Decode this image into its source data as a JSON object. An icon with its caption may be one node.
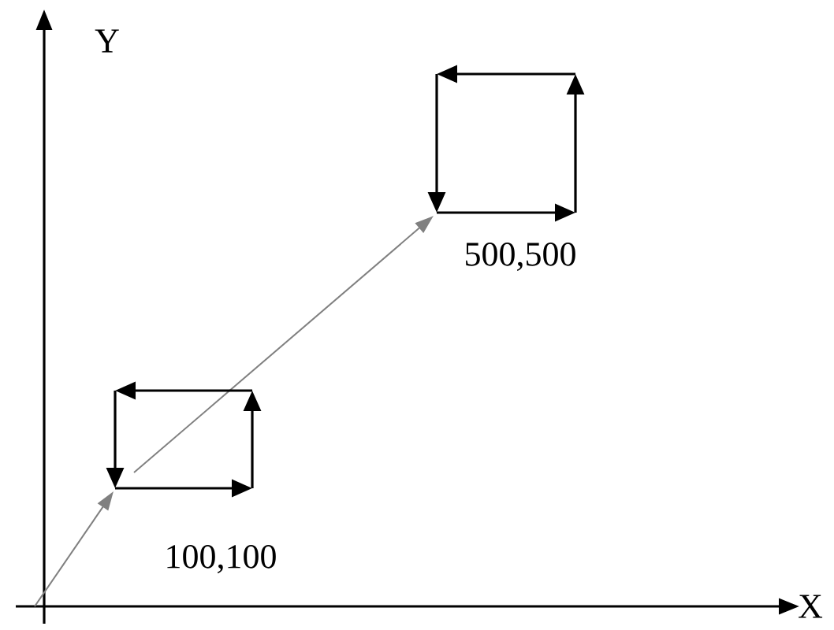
{
  "diagram": {
    "labels": [
      "Y",
      "X",
      "100,100",
      "500,500"
    ]
  }
}
